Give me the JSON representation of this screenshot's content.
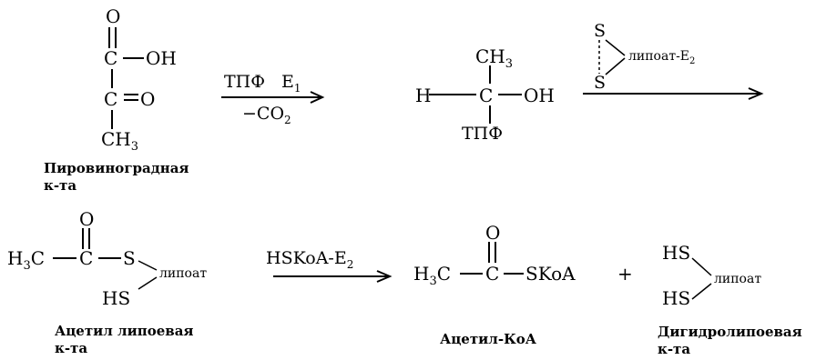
{
  "pyruvate": {
    "o_top": "O",
    "c1": "C",
    "oh": "OH",
    "c2": "C",
    "o_keto": "O",
    "ch": "CH",
    "ch_sub": "3",
    "caption_line1": "Пировиноградная",
    "caption_line2": "к-та"
  },
  "arrow1": {
    "reagent": "ТПФ",
    "enzyme": "E",
    "enzyme_sub": "1",
    "minus_co2": "−CO",
    "co2_sub": "2"
  },
  "intermediate": {
    "ch": "CH",
    "ch_sub": "3",
    "h": "H",
    "c": "C",
    "oh": "OH",
    "tpf": "ТПФ"
  },
  "lipoate_ring": {
    "s_top": "S",
    "s_bottom": "S",
    "label": "липоат-E",
    "label_sub": "2"
  },
  "acetyl_lipoic": {
    "h": "H",
    "h_sub": "3",
    "c_methyl": "C",
    "o": "O",
    "c": "C",
    "s": "S",
    "lipoat": "липоат",
    "hs": "HS",
    "caption_line1": "Ацетил липоевая",
    "caption_line2": "к-та"
  },
  "arrow2": {
    "reagent": "HSKoA-E",
    "reagent_sub": "2"
  },
  "acetyl_coa": {
    "h": "H",
    "h_sub": "3",
    "c_methyl": "C",
    "o": "O",
    "c": "C",
    "skoa": "SKoA",
    "caption": "Ацетил-КоА"
  },
  "plus": "+",
  "dihydrolipoic": {
    "hs_top": "HS",
    "hs_bottom": "HS",
    "lipoat": "липоат",
    "caption_line1": "Дигидролипоевая",
    "caption_line2": "к-та"
  }
}
